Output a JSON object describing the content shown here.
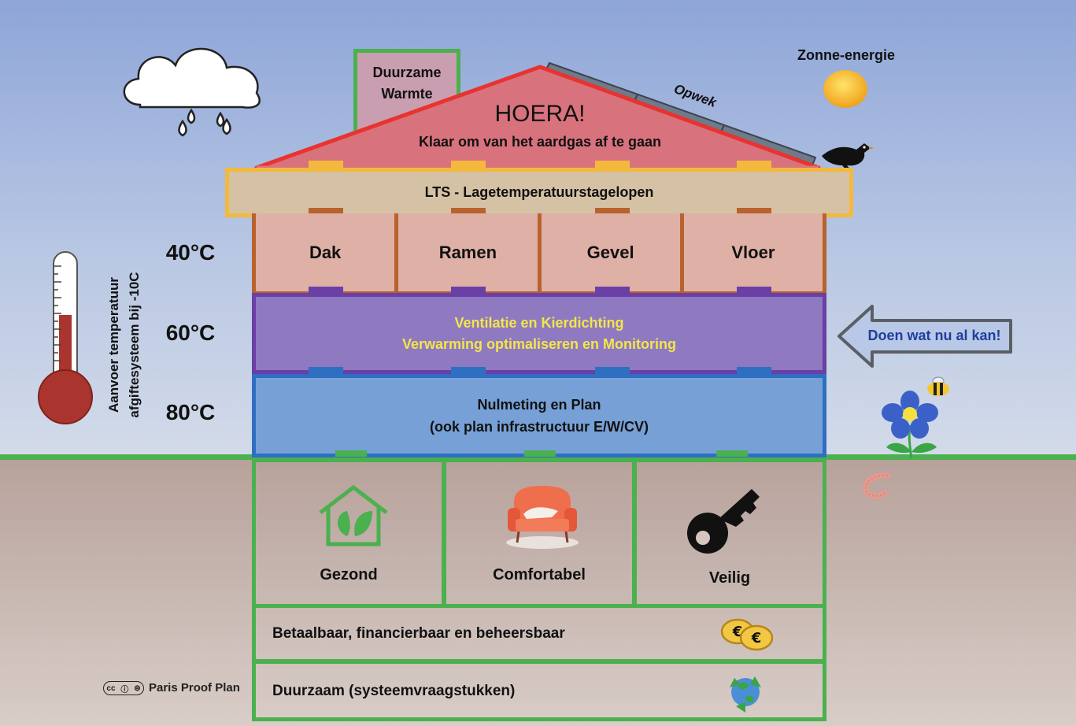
{
  "roof": {
    "title": "HOERA!",
    "subtitle": "Klaar om van het aardgas af te gaan",
    "solar_label": "Opwek"
  },
  "chimney": {
    "line1": "Duurzame",
    "line2": "Warmte"
  },
  "sun_label": "Zonne-energie",
  "lts": "LTS - Lagetemperatuurstagelopen",
  "insulation": [
    "Dak",
    "Ramen",
    "Gevel",
    "Vloer"
  ],
  "ventilation": {
    "line1": "Ventilatie en Kierdichting",
    "line2": "Verwarming optimaliseren en Monitoring"
  },
  "baseline": {
    "line1": "Nulmeting en Plan",
    "line2": "(ook plan infrastructuur E/W/CV)"
  },
  "temperatures": [
    "40°C",
    "60°C",
    "80°C"
  ],
  "temp_axis": {
    "line1": "Aanvoer temperatuur",
    "line2": "afgiftesysteem bij -10C"
  },
  "arrow_label": "Doen wat nu al kan!",
  "foundation": [
    "Gezond",
    "Comfortabel",
    "Veilig"
  ],
  "affordable": "Betaalbaar, financierbaar en beheersbaar",
  "sustainable": "Duurzaam (systeemvraagstukken)",
  "credit": "Paris Proof Plan",
  "colors": {
    "roof": "#d8737e",
    "roof_edge": "#e8332f",
    "lts": "#d5c2a5",
    "lts_edge": "#f4b93c",
    "insulation": "#dfb0a6",
    "insulation_edge": "#b8622e",
    "ventilation": "#8f79c0",
    "ventilation_edge": "#6a3fa6",
    "ventilation_text": "#f3e64a",
    "baseline": "#77a1d6",
    "baseline_edge": "#2f6fc2",
    "foundation_edge": "#4bb04e",
    "chimney": "#c99eb0",
    "chimney_edge": "#4bb04e",
    "arrow_fill": "#b8c8e6",
    "arrow_text": "#1f3f9e"
  }
}
